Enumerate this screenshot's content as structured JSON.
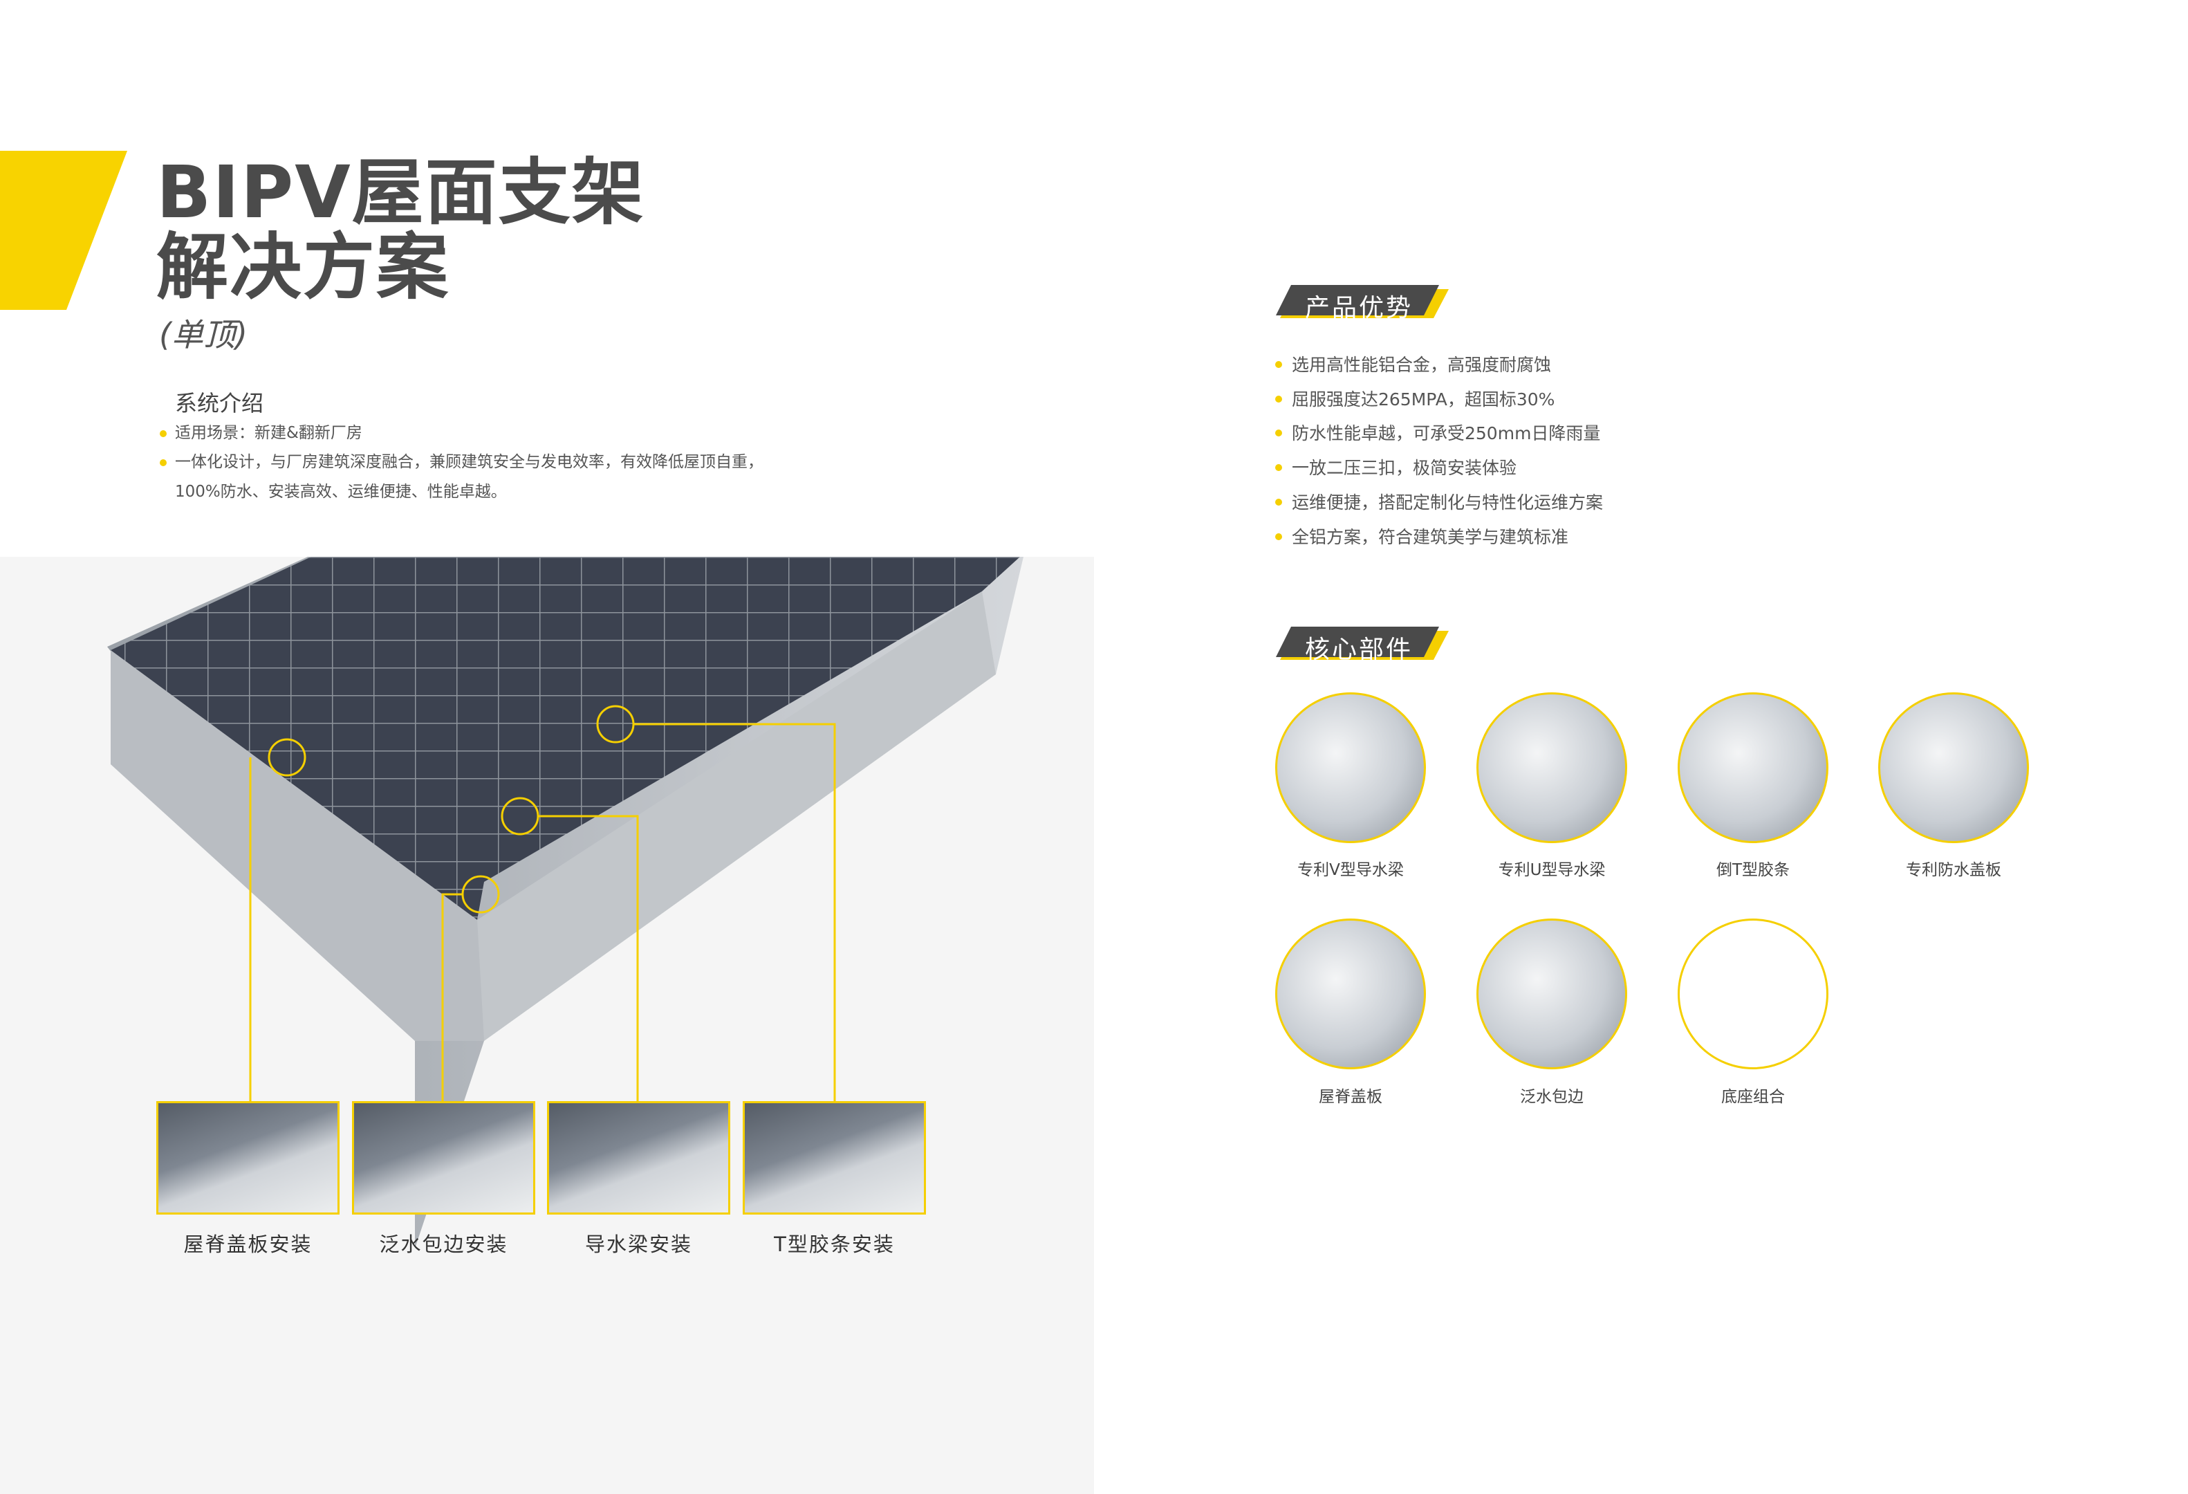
{
  "header": {
    "title_line1": "BIPV屋面支架",
    "title_line2": "解决方案",
    "subtitle": "(单顶)"
  },
  "intro": {
    "heading": "系统介绍",
    "bullets": [
      "适用场景：新建&翻新厂房",
      "一体化设计，与厂房建筑深度融合，兼顾建筑安全与发电效率，有效降低屋顶自重，",
      "100%防水、安装高效、运维便捷、性能卓越。"
    ]
  },
  "install_steps": [
    "屋脊盖板安装",
    "泛水包边安装",
    "导水梁安装",
    "T型胶条安装"
  ],
  "advantages": {
    "heading": "产品优势",
    "bullets": [
      "选用高性能铝合金，高强度耐腐蚀",
      "屈服强度达265MPA，超国标30%",
      "防水性能卓越，可承受250mm日降雨量",
      "一放二压三扣，极简安装体验",
      "运维便捷，搭配定制化与特性化运维方案",
      "全铝方案，符合建筑美学与建筑标准"
    ]
  },
  "components": {
    "heading": "核心部件",
    "items": [
      "专利V型导水梁",
      "专利U型导水梁",
      "倒T型胶条",
      "专利防水盖板",
      "屋脊盖板",
      "泛水包边",
      "底座组合"
    ]
  },
  "colors": {
    "accent": "#f5cf00",
    "dark": "#4a4a4a",
    "panel": "#f5f5f5"
  }
}
